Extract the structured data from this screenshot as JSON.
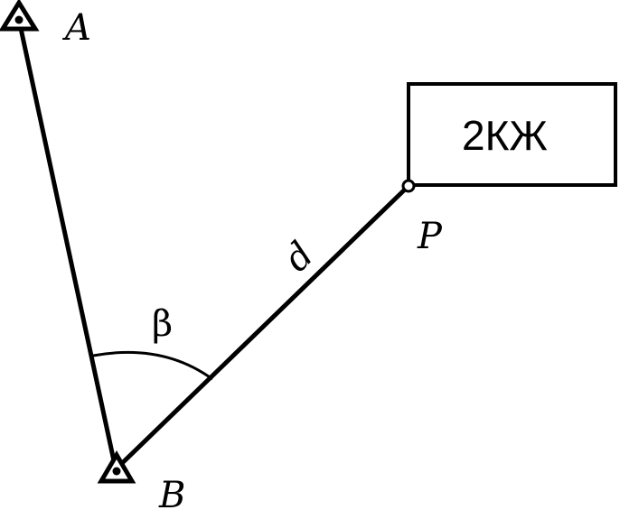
{
  "points": {
    "A": {
      "label": "A"
    },
    "B": {
      "label": "B"
    },
    "P": {
      "label": "P"
    }
  },
  "angle_label": "β",
  "distance_label": "d",
  "building_label": "2КЖ",
  "colors": {
    "stroke": "#000000",
    "background": "#ffffff"
  }
}
